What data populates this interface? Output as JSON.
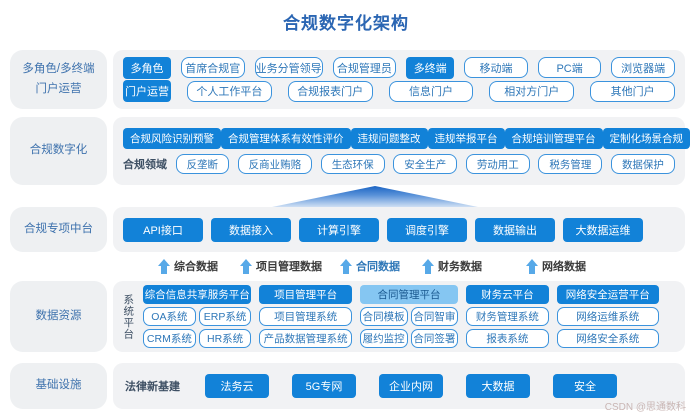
{
  "title": "合规数字化架构",
  "watermark": "CSDN @思通数科",
  "portal": {
    "label1": "多角色/多终端",
    "label2": "门户运营",
    "role_tag": "多角色",
    "roles": [
      "首席合规官",
      "业务分管领导",
      "合规管理员"
    ],
    "terminal_tag": "多终端",
    "terminals": [
      "移动端",
      "PC端",
      "浏览器端"
    ],
    "portal_tag": "门户运营",
    "portals": [
      "个人工作平台",
      "合规报表门户",
      "信息门户",
      "相对方门户",
      "其他门户"
    ]
  },
  "digital": {
    "label": "合规数字化",
    "apps": [
      "合规风险识别预警",
      "合规管理体系有效性评价",
      "违规问题整改",
      "违规举报平台",
      "合规培训管理平台",
      "定制化场景合规"
    ],
    "domain_label": "合规领域",
    "domains": [
      "反垄断",
      "反商业贿赂",
      "生态环保",
      "安全生产",
      "劳动用工",
      "税务管理",
      "数据保护"
    ]
  },
  "midplatform": {
    "label": "合规专项中台",
    "items": [
      "API接口",
      "数据接入",
      "计算引擎",
      "调度引擎",
      "数据输出",
      "大数据运维"
    ]
  },
  "dataflows": [
    "综合数据",
    "项目管理数据",
    "合同数据",
    "财务数据",
    "网络数据"
  ],
  "resources": {
    "label": "数据资源",
    "vertical_label": "系统平台",
    "columns": [
      {
        "header": "综合信息共享服务平台",
        "style": "filled",
        "cells": [
          [
            "OA系统",
            "ERP系统"
          ],
          [
            "CRM系统",
            "HR系统"
          ]
        ]
      },
      {
        "header": "项目管理平台",
        "style": "filled",
        "cells": [
          [
            "项目管理系统"
          ],
          [
            "产品数据管理系统"
          ]
        ]
      },
      {
        "header": "合同管理平台",
        "style": "light",
        "cells": [
          [
            "合同模板",
            "合同智审"
          ],
          [
            "履约监控",
            "合同签署"
          ]
        ]
      },
      {
        "header": "财务云平台",
        "style": "filled",
        "cells": [
          [
            "财务管理系统"
          ],
          [
            "报表系统"
          ]
        ]
      },
      {
        "header": "网络安全运营平台",
        "style": "filled",
        "cells": [
          [
            "网络运维系统"
          ],
          [
            "网络安全系统"
          ]
        ]
      }
    ]
  },
  "infrastructure": {
    "label": "基础设施",
    "prefix": "法律新基建",
    "items": [
      "法务云",
      "5G专网",
      "企业内网",
      "大数据",
      "安全"
    ]
  },
  "colors": {
    "accent": "#1282d8",
    "accent_light": "#85c6f2",
    "outline": "#3b93dd",
    "title_blue": "#2b66b3",
    "flow_arrow": "#57a9e8"
  }
}
